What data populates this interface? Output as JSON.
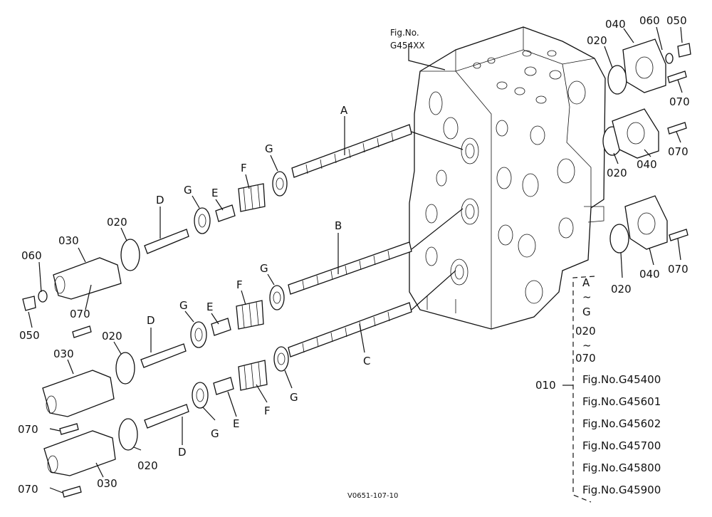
{
  "figure_ref": {
    "line1": "Fig.No.",
    "line2": "G454XX"
  },
  "callouts": {
    "spool_a": "A",
    "spool_b": "B",
    "spool_c": "C",
    "d_top": "D",
    "d_mid": "D",
    "d_bot": "D",
    "e_top": "E",
    "e_mid": "E",
    "e_bot": "E",
    "f_top": "F",
    "f_mid": "F",
    "f_bot": "F",
    "g_top_1": "G",
    "g_top_2": "G",
    "g_mid_1": "G",
    "g_mid_2": "G",
    "g_bot_1": "G",
    "g_bot_2": "G",
    "oring_top": "020",
    "oring_mid": "020",
    "oring_bot": "020",
    "cap_top": "030",
    "cap_mid": "030",
    "cap_bot": "030",
    "ring_left": "060",
    "plug_left": "050",
    "bolt_top": "070",
    "bolt_mid": "070",
    "bolt_bot": "070",
    "r_oring_1": "020",
    "r_flange_1": "040",
    "r_ring": "060",
    "r_plug": "050",
    "r_bolt_1": "070",
    "r_oring_2": "020",
    "r_flange_2": "040",
    "r_bolt_2": "070",
    "r_oring_3": "020",
    "r_flange_3": "040",
    "r_bolt_3": "070"
  },
  "legend": {
    "range_start": "A",
    "tilde_1": "~",
    "range_mid_letter": "G",
    "range_mid_num": "020",
    "tilde_2": "~",
    "range_end": "070",
    "assembly": "010",
    "figs": [
      "Fig.No.G45400",
      "Fig.No.G45601",
      "Fig.No.G45602",
      "Fig.No.G45700",
      "Fig.No.G45800",
      "Fig.No.G45900"
    ]
  },
  "drawing_code": "V0651-107-10"
}
